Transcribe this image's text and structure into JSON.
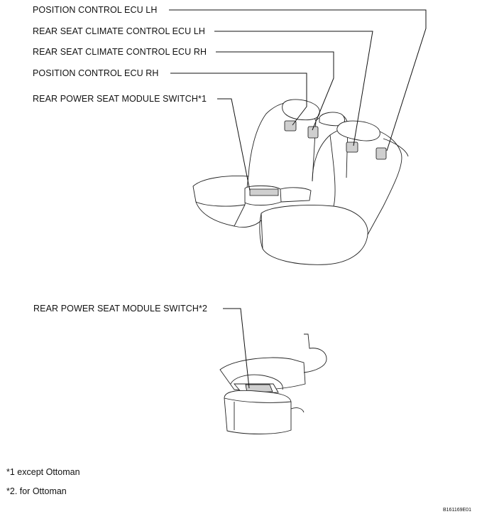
{
  "labels": {
    "pos_ecu_lh": "POSITION CONTROL ECU LH",
    "climate_lh": "REAR SEAT CLIMATE CONTROL ECU LH",
    "climate_rh": "REAR SEAT CLIMATE CONTROL ECU RH",
    "pos_ecu_rh": "POSITION CONTROL ECU RH",
    "switch_1": "REAR POWER SEAT MODULE SWITCH*1",
    "switch_2": "REAR POWER SEAT MODULE SWITCH*2"
  },
  "notes": {
    "note_1": "*1  except Ottoman",
    "note_2": "*2. for Ottoman"
  },
  "figure_code": "B161169E01"
}
